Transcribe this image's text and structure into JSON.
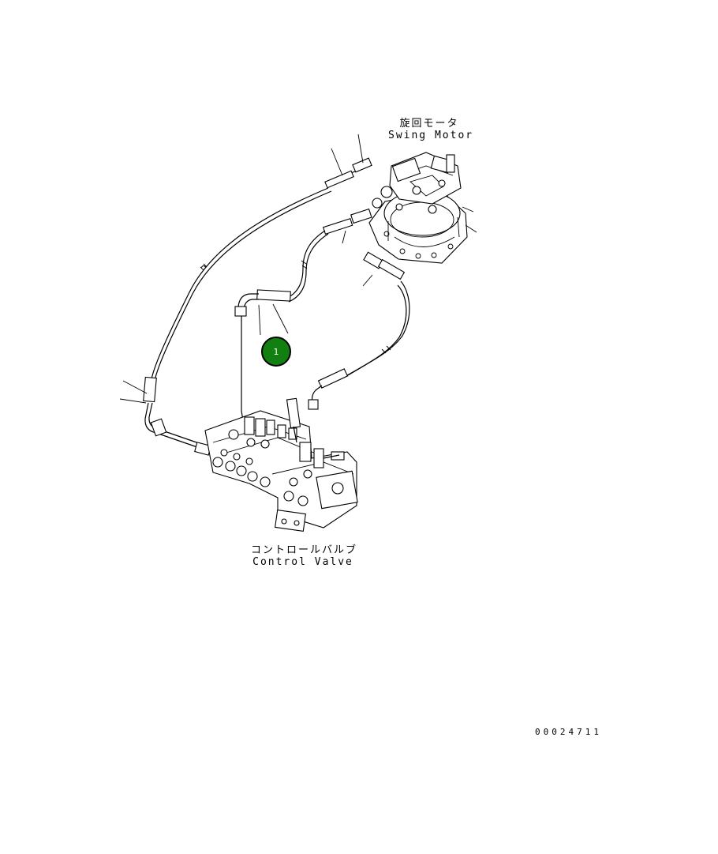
{
  "labels": {
    "swing_motor_jp": "旋回モータ",
    "swing_motor_en": "Swing Motor",
    "control_valve_jp": "コントロールバルブ",
    "control_valve_en": "Control Valve"
  },
  "callout": {
    "number": "1",
    "color": "#118011"
  },
  "drawing_number": "00024711"
}
